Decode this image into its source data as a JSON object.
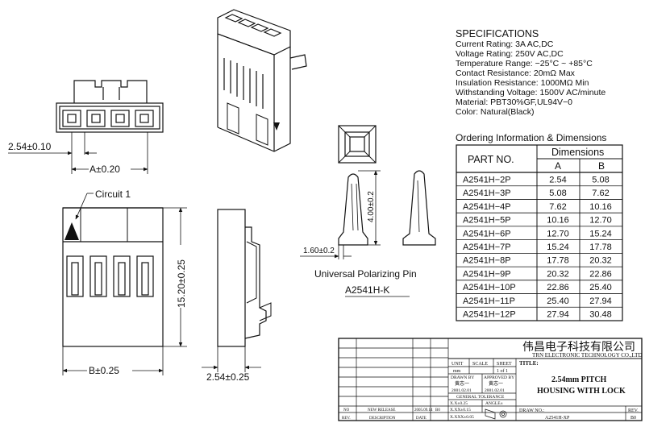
{
  "drawing": {
    "dims": {
      "pitch": "2.54±0.10",
      "a": "A±0.20",
      "b": "B±0.25",
      "height": "15.20±0.25",
      "side_width": "2.54±0.25",
      "pin_height": "4.00±0.2",
      "pin_width": "1.60±0.2"
    },
    "circuit_label": "Circuit 1",
    "pin_title": "Universal Polarizing Pin",
    "pin_part": "A2541H-K"
  },
  "specs": {
    "title": "SPECIFICATIONS",
    "lines": [
      "Current Rating: 3A AC,DC",
      "Voltage Rating: 250V AC,DC",
      "Temperature Range: −25°C ~ +85°C",
      "Contact Resistance: 20mΩ Max",
      "Insulation Resistance: 1000MΩ Min",
      "Withstanding Voltage: 1500V AC/minute",
      "Material: PBT30%GF,UL94V−0",
      "Color: Natural(Black)"
    ]
  },
  "ordering": {
    "title": "Ordering Information & Dimensions",
    "col_part": "PART NO.",
    "col_dims": "Dimensions",
    "col_a": "A",
    "col_b": "B",
    "rows": [
      {
        "part": "A2541H−2P",
        "a": "2.54",
        "b": "5.08"
      },
      {
        "part": "A2541H−3P",
        "a": "5.08",
        "b": "7.62"
      },
      {
        "part": "A2541H−4P",
        "a": "7.62",
        "b": "10.16"
      },
      {
        "part": "A2541H−5P",
        "a": "10.16",
        "b": "12.70"
      },
      {
        "part": "A2541H−6P",
        "a": "12.70",
        "b": "15.24"
      },
      {
        "part": "A2541H−7P",
        "a": "15.24",
        "b": "17.78"
      },
      {
        "part": "A2541H−8P",
        "a": "17.78",
        "b": "20.32"
      },
      {
        "part": "A2541H−9P",
        "a": "20.32",
        "b": "22.86"
      },
      {
        "part": "A2541H−10P",
        "a": "22.86",
        "b": "25.40"
      },
      {
        "part": "A2541H−11P",
        "a": "25.40",
        "b": "27.94"
      },
      {
        "part": "A2541H−12P",
        "a": "27.94",
        "b": "30.48"
      }
    ]
  },
  "title_block": {
    "company_cn": "伟昌电子科技有限公司",
    "company_en": "TRN ELECTRONIC TECHNOLOGY CO.,LTD",
    "unit_label": "UNIT",
    "unit_value": "mm",
    "scale_label": "SCALE",
    "sheet_label": "SHEET",
    "sheet_value": "1 of 1",
    "drawn_label": "DRAWN BY",
    "drawn_name": "黄志一",
    "drawn_date": "2001.02.01",
    "approved_label": "APPROVED BY",
    "approved_name": "黄志一",
    "approved_date": "2001.02.01",
    "tolerance_label": "GENERAL TOLERANCE",
    "tol_1": "X.X±0.25",
    "tol_2": "X.XX±0.15",
    "tol_3": "X.XXX±0.05",
    "angle_label": "ANGLE±",
    "title_label": "TITLE:",
    "title_line1": "2.54mm PITCH",
    "title_line2": "HOUSING WITH LOCK",
    "rev_no": "NO",
    "rev_rel": "NEW RELEASE",
    "rev_date": "2005.09.14",
    "rev_code": "B0",
    "rev_col_rev": "REV.",
    "rev_col_desc": "DESCRIPTION",
    "rev_col_date": "DATE",
    "drw_label": "DRAW NO.:",
    "drw_value": "A2541H-XP",
    "rev_label": "REV.",
    "rev_value": "B0"
  }
}
